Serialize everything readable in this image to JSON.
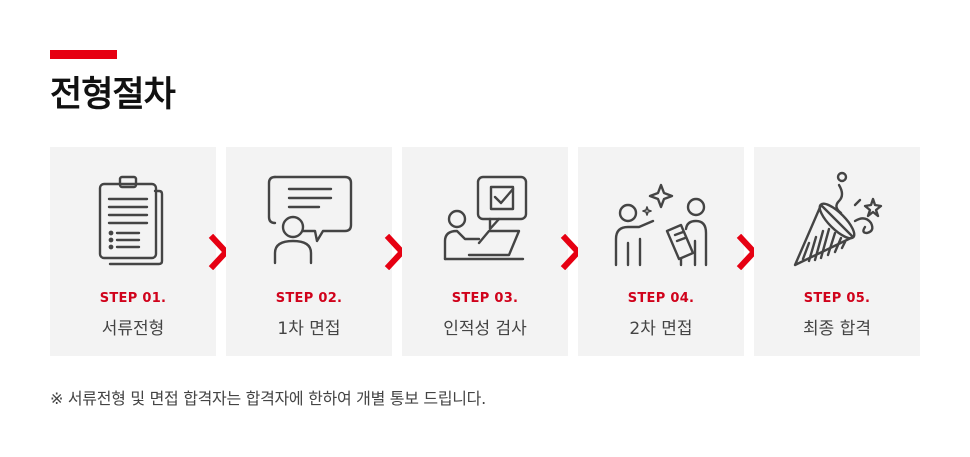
{
  "section": {
    "title": "전형절차",
    "accent_color": "#e60012"
  },
  "steps": [
    {
      "label": "STEP 01.",
      "name": "서류전형",
      "icon": "clipboard-icon"
    },
    {
      "label": "STEP 02.",
      "name": "1차 면접",
      "icon": "interview-speech-icon"
    },
    {
      "label": "STEP 03.",
      "name": "인적성 검사",
      "icon": "aptitude-test-icon"
    },
    {
      "label": "STEP 04.",
      "name": "2차 면접",
      "icon": "second-interview-icon"
    },
    {
      "label": "STEP 05.",
      "name": "최종 합격",
      "icon": "party-popper-icon"
    }
  ],
  "note": "※ 서류전형 및 면접 합격자는 합격자에 한하여 개별 통보 드립니다."
}
